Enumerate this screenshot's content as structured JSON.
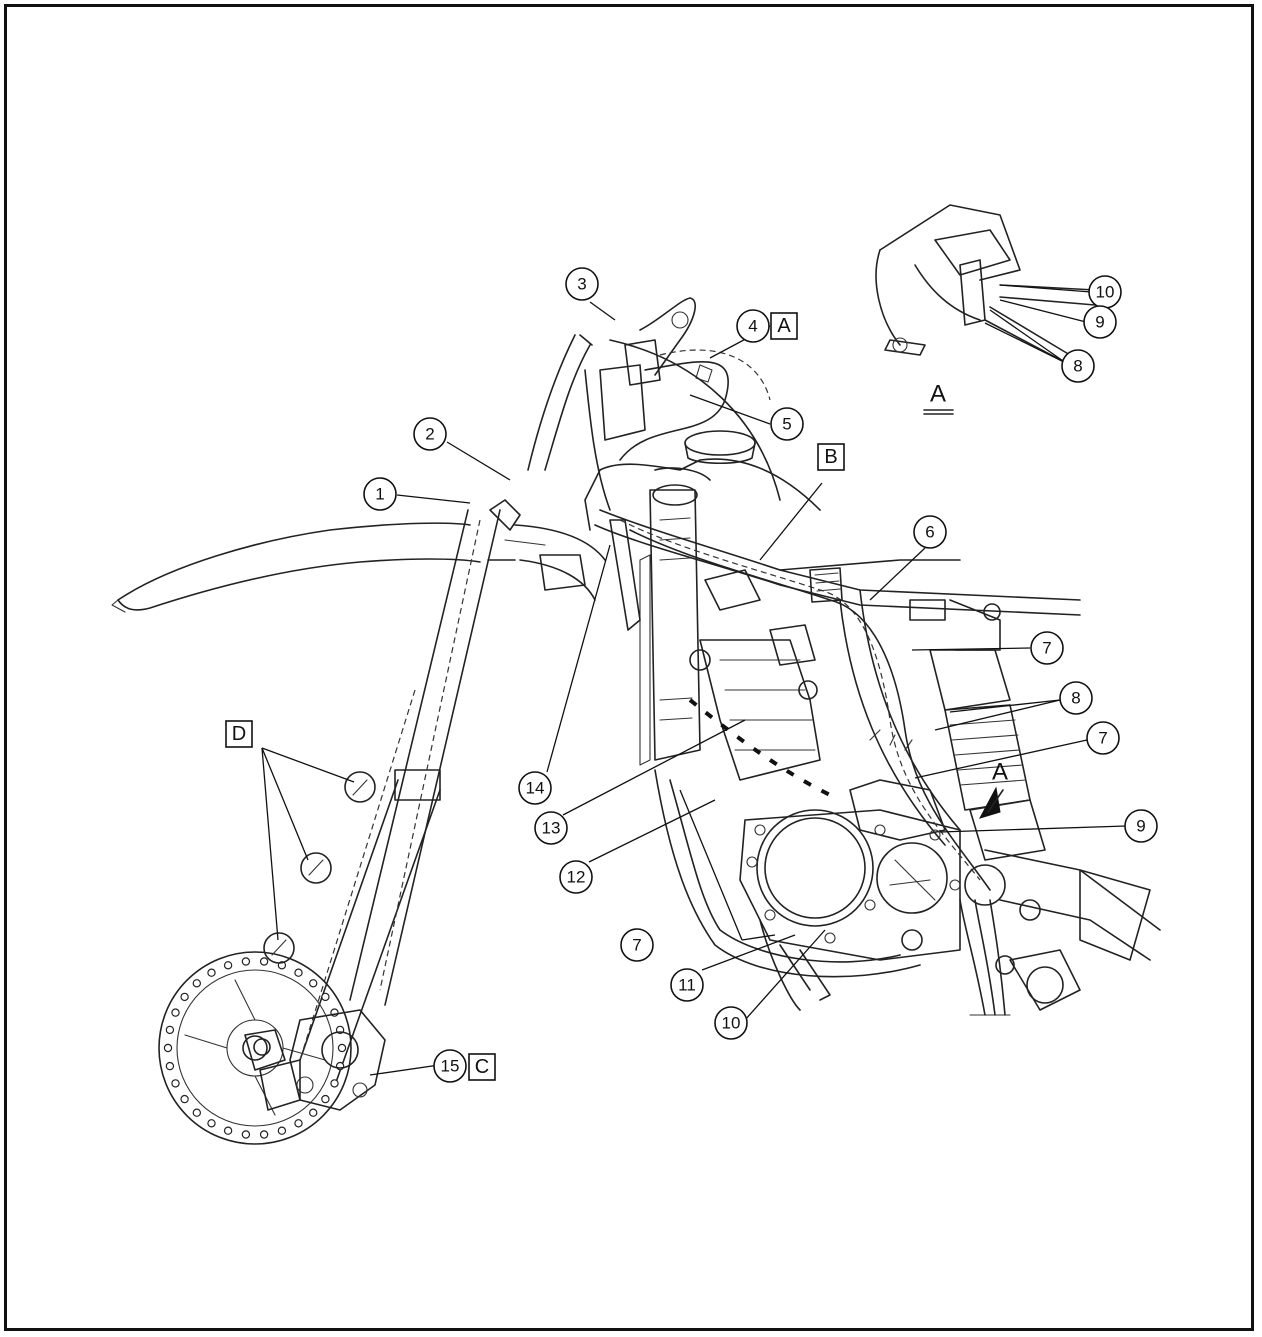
{
  "figure": {
    "callouts": [
      "1",
      "2",
      "3",
      "4",
      "5",
      "6",
      "7",
      "8",
      "9",
      "10",
      "11",
      "12",
      "13",
      "14",
      "15"
    ],
    "view_boxes": [
      "A",
      "B",
      "C",
      "D"
    ],
    "detail_view_label": "A",
    "arrow_label": "A"
  }
}
